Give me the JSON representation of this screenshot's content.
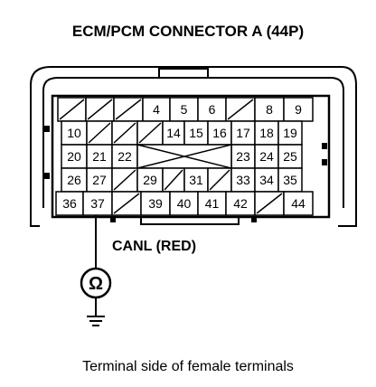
{
  "title": "ECM/PCM CONNECTOR A (44P)",
  "probe_label": "CANL (RED)",
  "meter_symbol": "Ω",
  "caption": "Terminal side of female terminals",
  "probed_terminal": "37",
  "rows": [
    [
      "",
      "",
      "",
      "4",
      "5",
      "6",
      "",
      "8",
      "9"
    ],
    [
      "10",
      "",
      "",
      "",
      "14",
      "15",
      "16",
      "17",
      "18",
      "19"
    ],
    [
      "20",
      "21",
      "22",
      "",
      "",
      "",
      "",
      "23",
      "24",
      "25"
    ],
    [
      "26",
      "27",
      "",
      "29",
      "",
      "31",
      "",
      "33",
      "34",
      "35"
    ],
    [
      "36",
      "37",
      "",
      "39",
      "40",
      "41",
      "42",
      "",
      "44"
    ]
  ]
}
